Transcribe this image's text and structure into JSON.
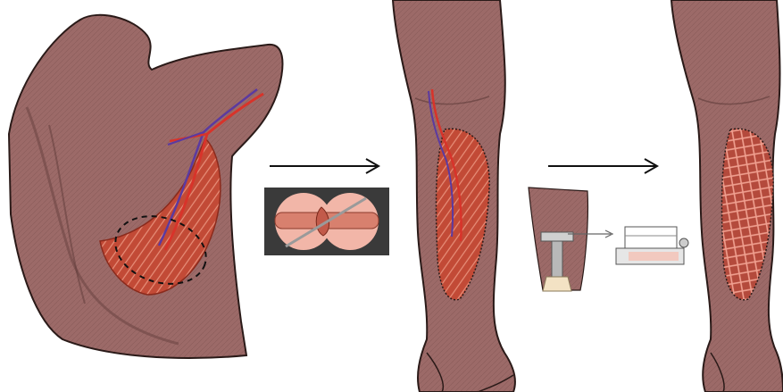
{
  "figure": {
    "panels": [
      {
        "id": "donor",
        "subject": "latissimus-dorsi-flap-harvest"
      },
      {
        "id": "anastomosis",
        "subject": "microvascular-anastomosis-inset"
      },
      {
        "id": "inset",
        "subject": "flap-inset-on-lower-leg"
      },
      {
        "id": "graft",
        "subject": "split-thickness-skin-graft-dermatome-and-mesher"
      },
      {
        "id": "result",
        "subject": "meshed-skin-graft-over-flap"
      }
    ],
    "colors": {
      "skin": "#9c6a68",
      "skin_shadow": "#7d5150",
      "skin_light": "#b58784",
      "muscle": "#c8533e",
      "muscle_fiber": "#e3866c",
      "artery": "#d8332a",
      "vein": "#5b3aa0",
      "mesh": "#cf5a4a",
      "outline": "#2a1a18",
      "arrow": "#111111",
      "inset_bg": "#3a3a3a",
      "inset_circle": "#f2b6a8"
    },
    "arrows": [
      {
        "from": "donor",
        "to": "inset"
      },
      {
        "from": "inset",
        "to": "result"
      }
    ]
  }
}
